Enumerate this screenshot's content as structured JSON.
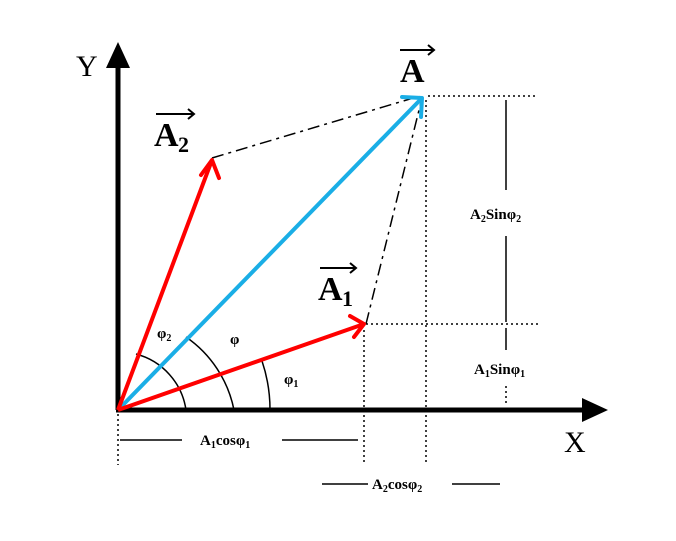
{
  "axes": {
    "x_label": "X",
    "y_label": "Y"
  },
  "vectors": {
    "resultant": {
      "letter": "A",
      "subscript": "",
      "color": "#1aaee6"
    },
    "a1": {
      "letter": "A",
      "subscript": "1",
      "color": "#ff0000"
    },
    "a2": {
      "letter": "A",
      "subscript": "2",
      "color": "#ff0000"
    }
  },
  "angles": {
    "phi": "φ",
    "phi1": {
      "symbol": "φ",
      "sub": "1"
    },
    "phi2": {
      "symbol": "φ",
      "sub": "2"
    }
  },
  "components": {
    "a1cos": {
      "a": "A",
      "sub1": "1",
      "fn": "cosφ",
      "sub2": "1"
    },
    "a2cos": {
      "a": "A",
      "sub1": "2",
      "fn": "cosφ",
      "sub2": "2"
    },
    "a1sin": {
      "a": "A",
      "sub1": "1",
      "fn": "Sinφ",
      "sub2": "1"
    },
    "a2sin": {
      "a": "A",
      "sub1": "2",
      "fn": "Sinφ",
      "sub2": "2"
    }
  }
}
